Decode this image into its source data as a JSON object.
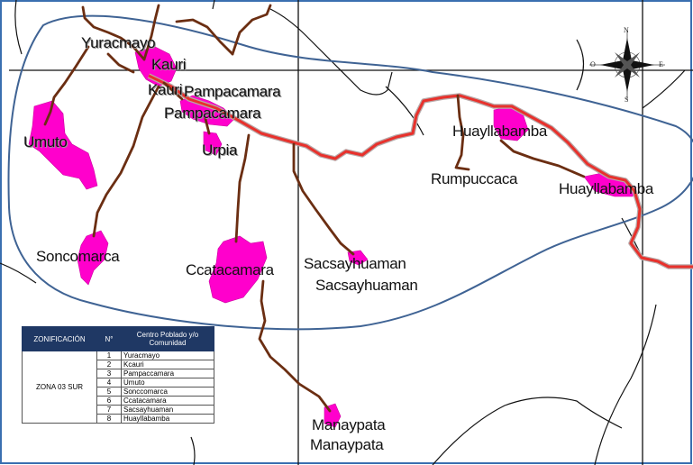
{
  "map": {
    "places": [
      {
        "id": "yuracmayo",
        "label": "Yuracmayo"
      },
      {
        "id": "kauri-1",
        "label": "Kauri"
      },
      {
        "id": "kauri-2",
        "label": "Kauri"
      },
      {
        "id": "pampacamara-1",
        "label": "Pampacamara"
      },
      {
        "id": "pampacamara-2",
        "label": "Pampacamara"
      },
      {
        "id": "umuto",
        "label": "Umuto"
      },
      {
        "id": "urpia",
        "label": "Urpia"
      },
      {
        "id": "huayllabamba-1",
        "label": "Huayllabamba"
      },
      {
        "id": "rumpuccaca",
        "label": "Rumpuccaca"
      },
      {
        "id": "huayllabamba-2",
        "label": "Huayllabamba"
      },
      {
        "id": "soncomarca",
        "label": "Soncomarca"
      },
      {
        "id": "ccatacamara",
        "label": "Ccatacamara"
      },
      {
        "id": "sacsayhuaman-1",
        "label": "Sacsayhuaman"
      },
      {
        "id": "sacsayhuaman-2",
        "label": "Sacsayhuaman"
      },
      {
        "id": "manaypata-1",
        "label": "Manaypata"
      },
      {
        "id": "manaypata-2",
        "label": "Manaypata"
      }
    ],
    "compass": {
      "n": "N",
      "s": "S",
      "e": "E",
      "w": "O"
    },
    "colors": {
      "settlement": "#ff00cc",
      "trail": "#6b2e12",
      "road": "#e8312c",
      "road_outline": "#b8a8a8",
      "zone_outline": "#3f6394",
      "river": "#111111",
      "frame": "#3a6fb0",
      "legend_header": "#1f3864"
    }
  },
  "legend": {
    "headers": {
      "zone": "ZONIFICACIÓN",
      "number": "N°",
      "community": "Centro Poblado y/o Comunidad"
    },
    "zone_name": "ZONA 03 SUR",
    "rows": [
      {
        "n": "1",
        "name": "Yuracmayo"
      },
      {
        "n": "2",
        "name": "Kcauri"
      },
      {
        "n": "3",
        "name": "Pampaccamara"
      },
      {
        "n": "4",
        "name": "Umuto"
      },
      {
        "n": "5",
        "name": "Sonccomarca"
      },
      {
        "n": "6",
        "name": "Ccatacamara"
      },
      {
        "n": "7",
        "name": "Sacsayhuaman"
      },
      {
        "n": "8",
        "name": "Huayllabamba"
      }
    ]
  }
}
